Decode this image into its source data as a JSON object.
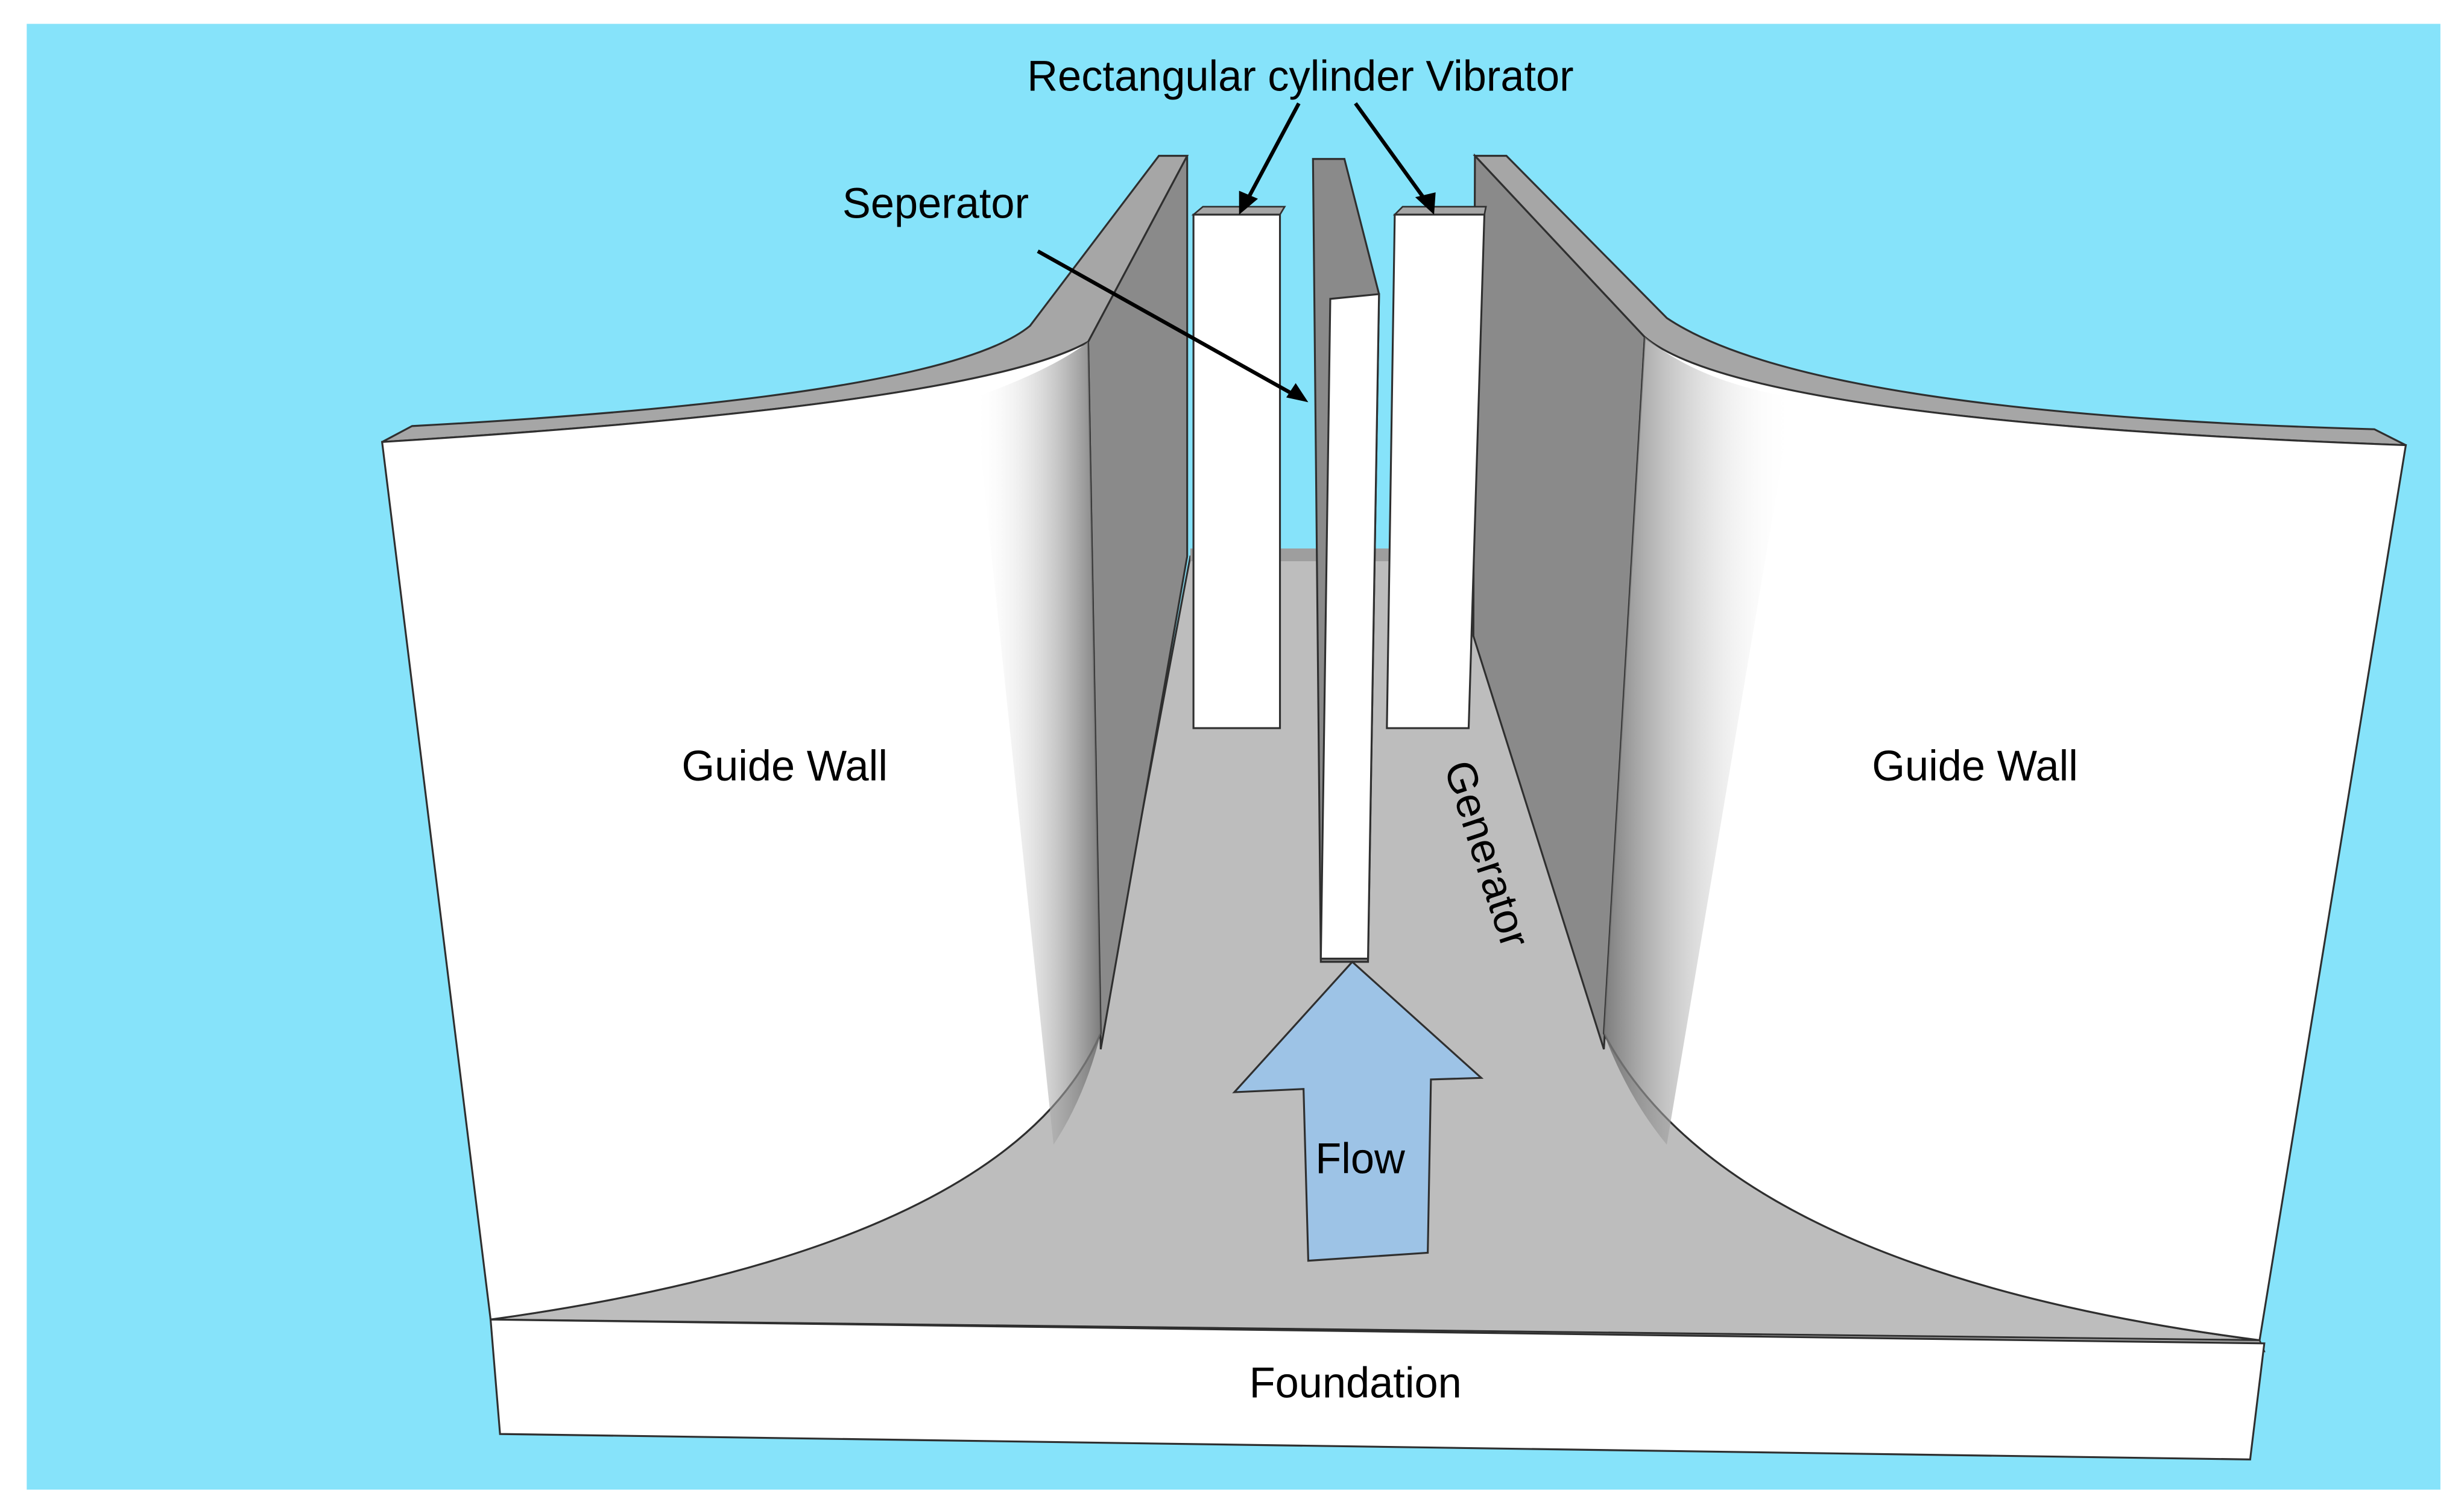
{
  "labels": {
    "rectangular_cylinder_vibrator": "Rectangular cylinder Vibrator",
    "seperator": "Seperator",
    "guide_wall_left": "Guide Wall",
    "guide_wall_right": "Guide Wall",
    "generator": "Generator",
    "flow": "Flow",
    "foundation": "Foundation"
  },
  "colors": {
    "sky": "#86E3FA",
    "wall_face": "#FFFFFF",
    "wall_top": "#A6A6A6",
    "wall_inner": "#8A8A8A",
    "floor": "#BDBDBD",
    "flow_arrow": "#9DC3E6",
    "outline": "#2F2F2F"
  }
}
